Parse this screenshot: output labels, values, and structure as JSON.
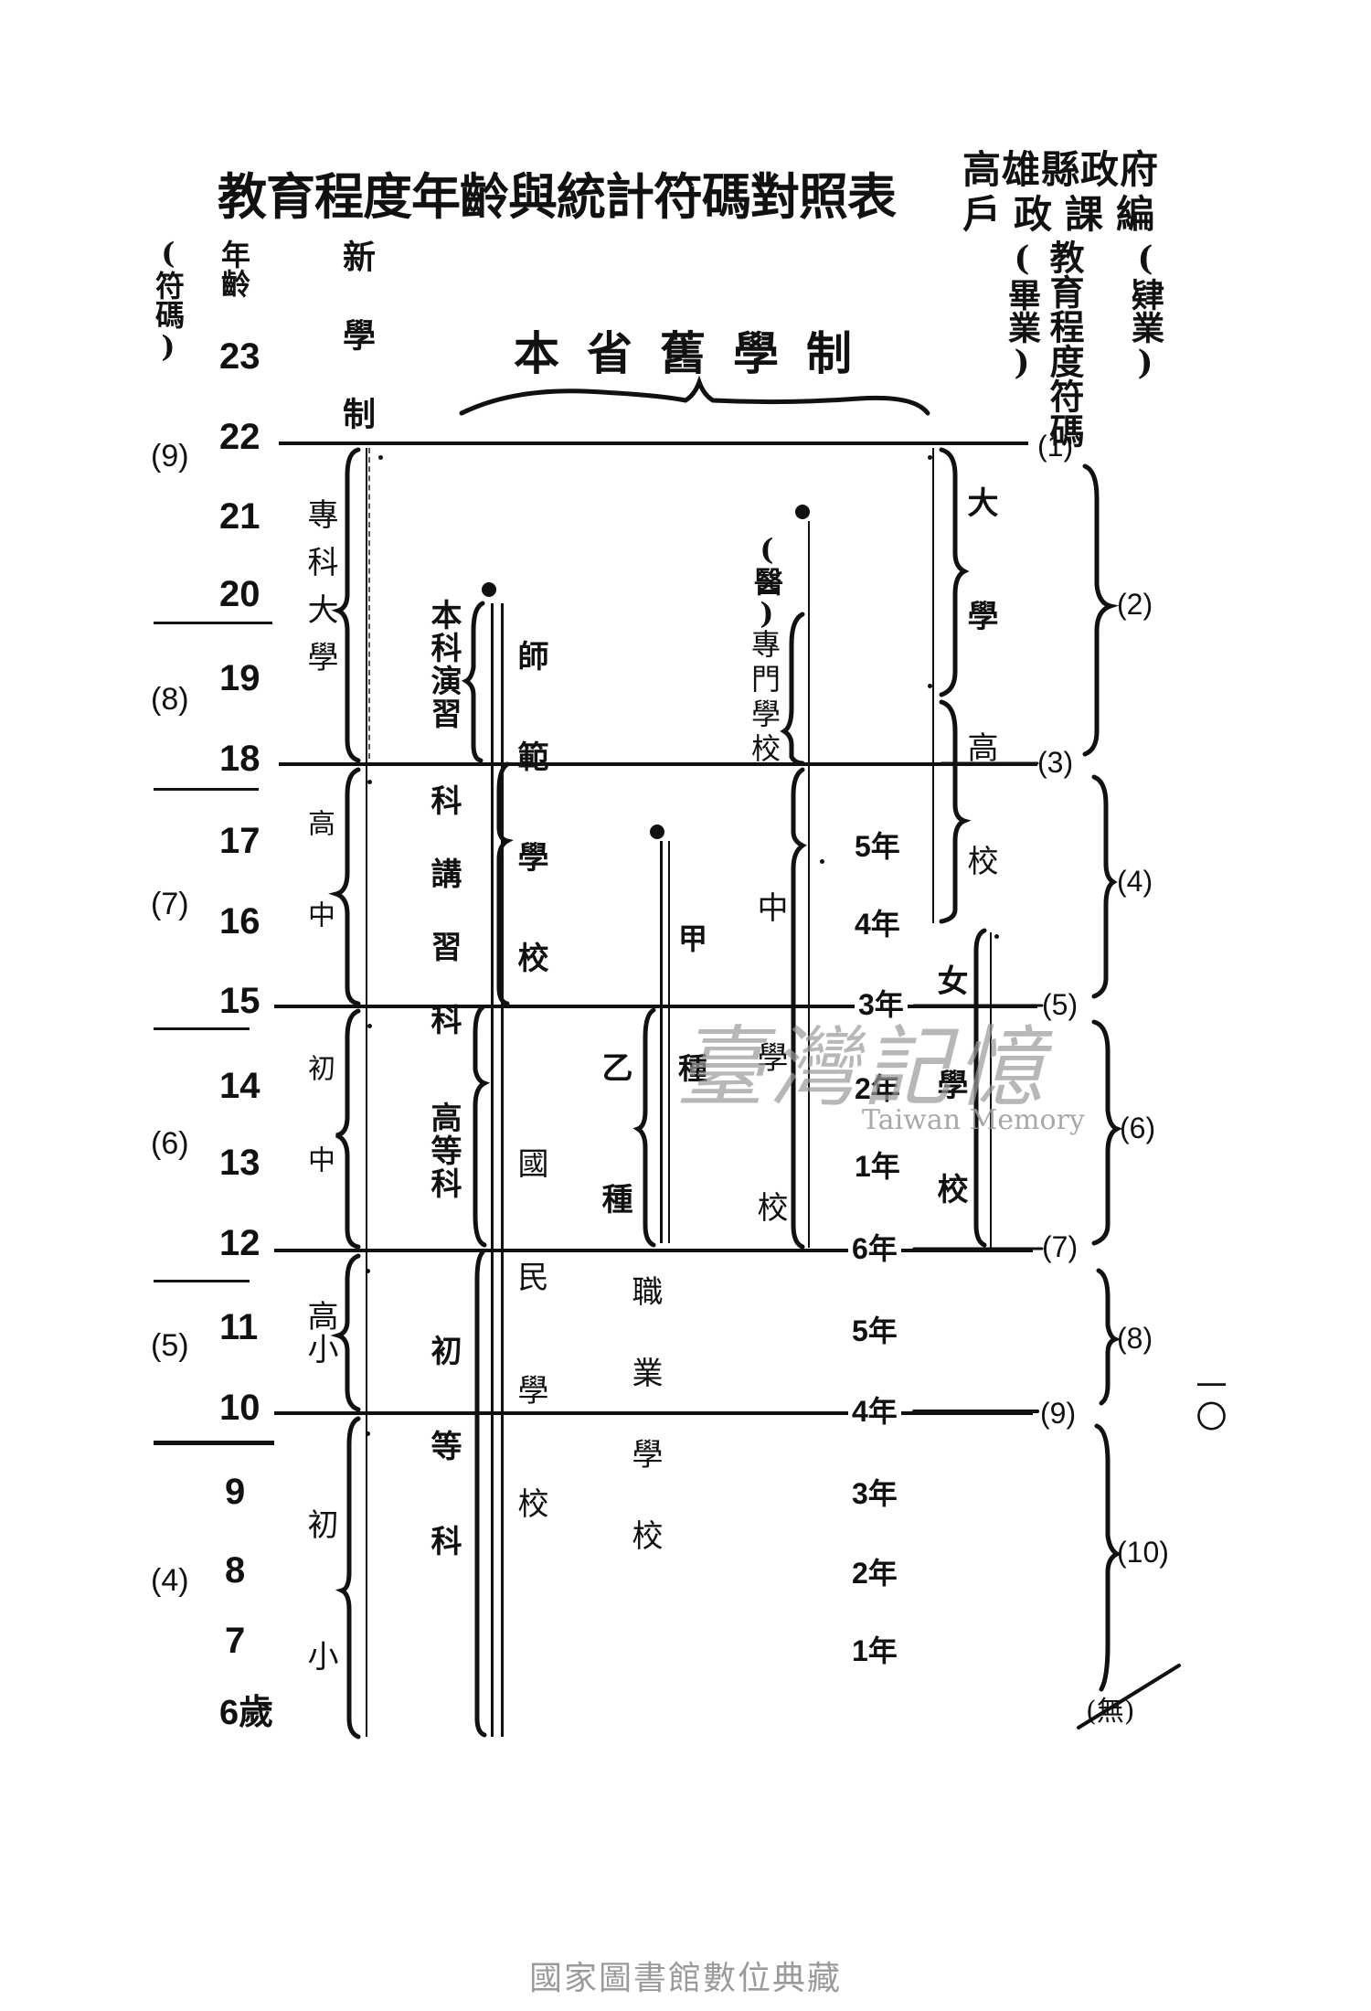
{
  "title": "教育程度年齡與統計符碼對照表",
  "publisher": {
    "line1": "高雄縣政府",
    "line2": "戶政課編"
  },
  "right_header": {
    "label": "教育程度符碼",
    "incomplete": "(肄業)",
    "completed": "(畢業)"
  },
  "left_header": {
    "code_label": "(符碼)",
    "age_label": "年齡"
  },
  "new_system_label": "新學制",
  "old_system_label": "本省舊學制",
  "ages": [
    "23",
    "22",
    "21",
    "20",
    "19",
    "18",
    "17",
    "16",
    "15",
    "14",
    "13",
    "12",
    "11",
    "10",
    "9",
    "8",
    "7",
    "6歲"
  ],
  "left_codes": [
    "(9)",
    "(8)",
    "(7)",
    "(6)",
    "(5)",
    "(4)"
  ],
  "new_system_schools": [
    {
      "name": "專科大學",
      "ages": "18-22"
    },
    {
      "name": "高中",
      "ages": "15-18"
    },
    {
      "name": "初中",
      "ages": "12-15"
    },
    {
      "name": "高小",
      "ages": "10-12"
    },
    {
      "name": "初小",
      "ages": "6-10"
    }
  ],
  "old_system": {
    "normal_school": "師範學校",
    "normal_divisions": [
      "本科演習",
      "科講習科",
      "高等科",
      "初等科"
    ],
    "national_school": "國民學校",
    "medical_college": "(醫)",
    "specialty_school": "專門學校",
    "middle_school": "中學校",
    "vocational_a": "甲種",
    "vocational_b": "乙種",
    "vocational_school": "職業學校",
    "university": "大學",
    "high_school": "高校",
    "girls_school": "女學校",
    "middle_years": [
      "5年",
      "4年",
      "3年",
      "2年",
      "1年"
    ],
    "primary_years": [
      "6年",
      "5年",
      "4年",
      "3年",
      "2年",
      "1年"
    ]
  },
  "right_codes": [
    "(1)",
    "(2)",
    "(3)",
    "(4)",
    "(5)",
    "(6)",
    "(7)",
    "(8)",
    "(9)",
    "(10)",
    "(無)"
  ],
  "page_number": "一〇",
  "watermark": {
    "chinese": "臺灣記憶",
    "english": "Taiwan Memory"
  },
  "footer": "國家圖書館數位典藏"
}
